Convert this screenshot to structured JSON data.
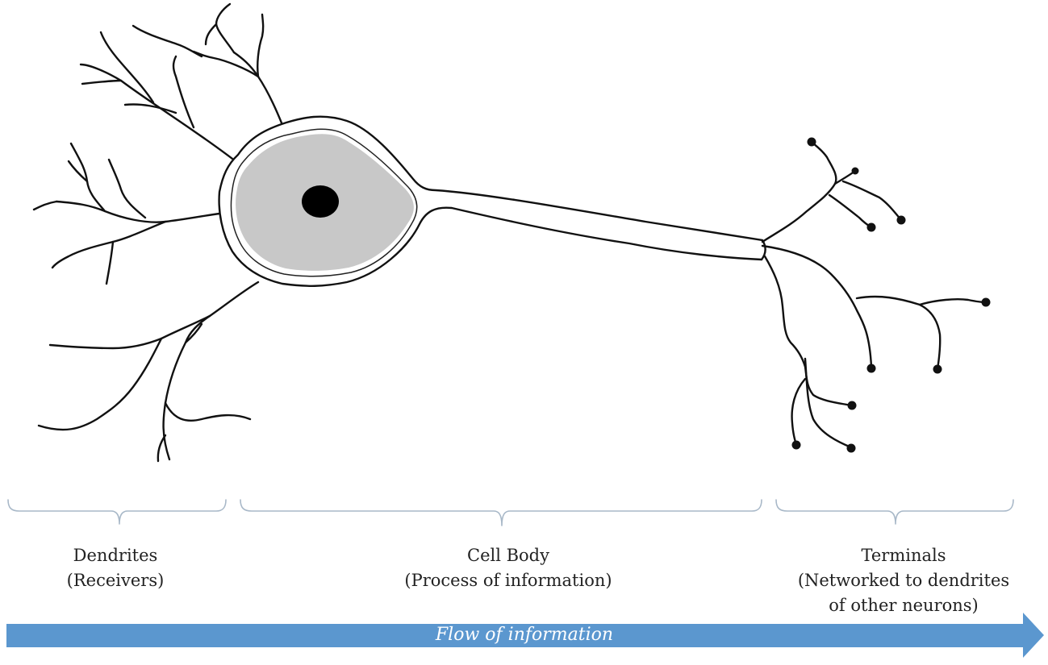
{
  "segments": {
    "dendrites": {
      "title": "Dendrites",
      "subtitle": "(Receivers)"
    },
    "cell_body": {
      "title": "Cell Body",
      "subtitle": "(Process of information)"
    },
    "terminals": {
      "title": "Terminals",
      "line2": "(Networked to dendrites",
      "line3": "of other neurons)"
    }
  },
  "flow_arrow": {
    "label": "Flow of information",
    "color": "#5b97cf"
  },
  "colors": {
    "outline": "#111111",
    "soma_fill": "#c8c8c8",
    "nucleus": "#000000",
    "brace": "#a8b8c8"
  }
}
